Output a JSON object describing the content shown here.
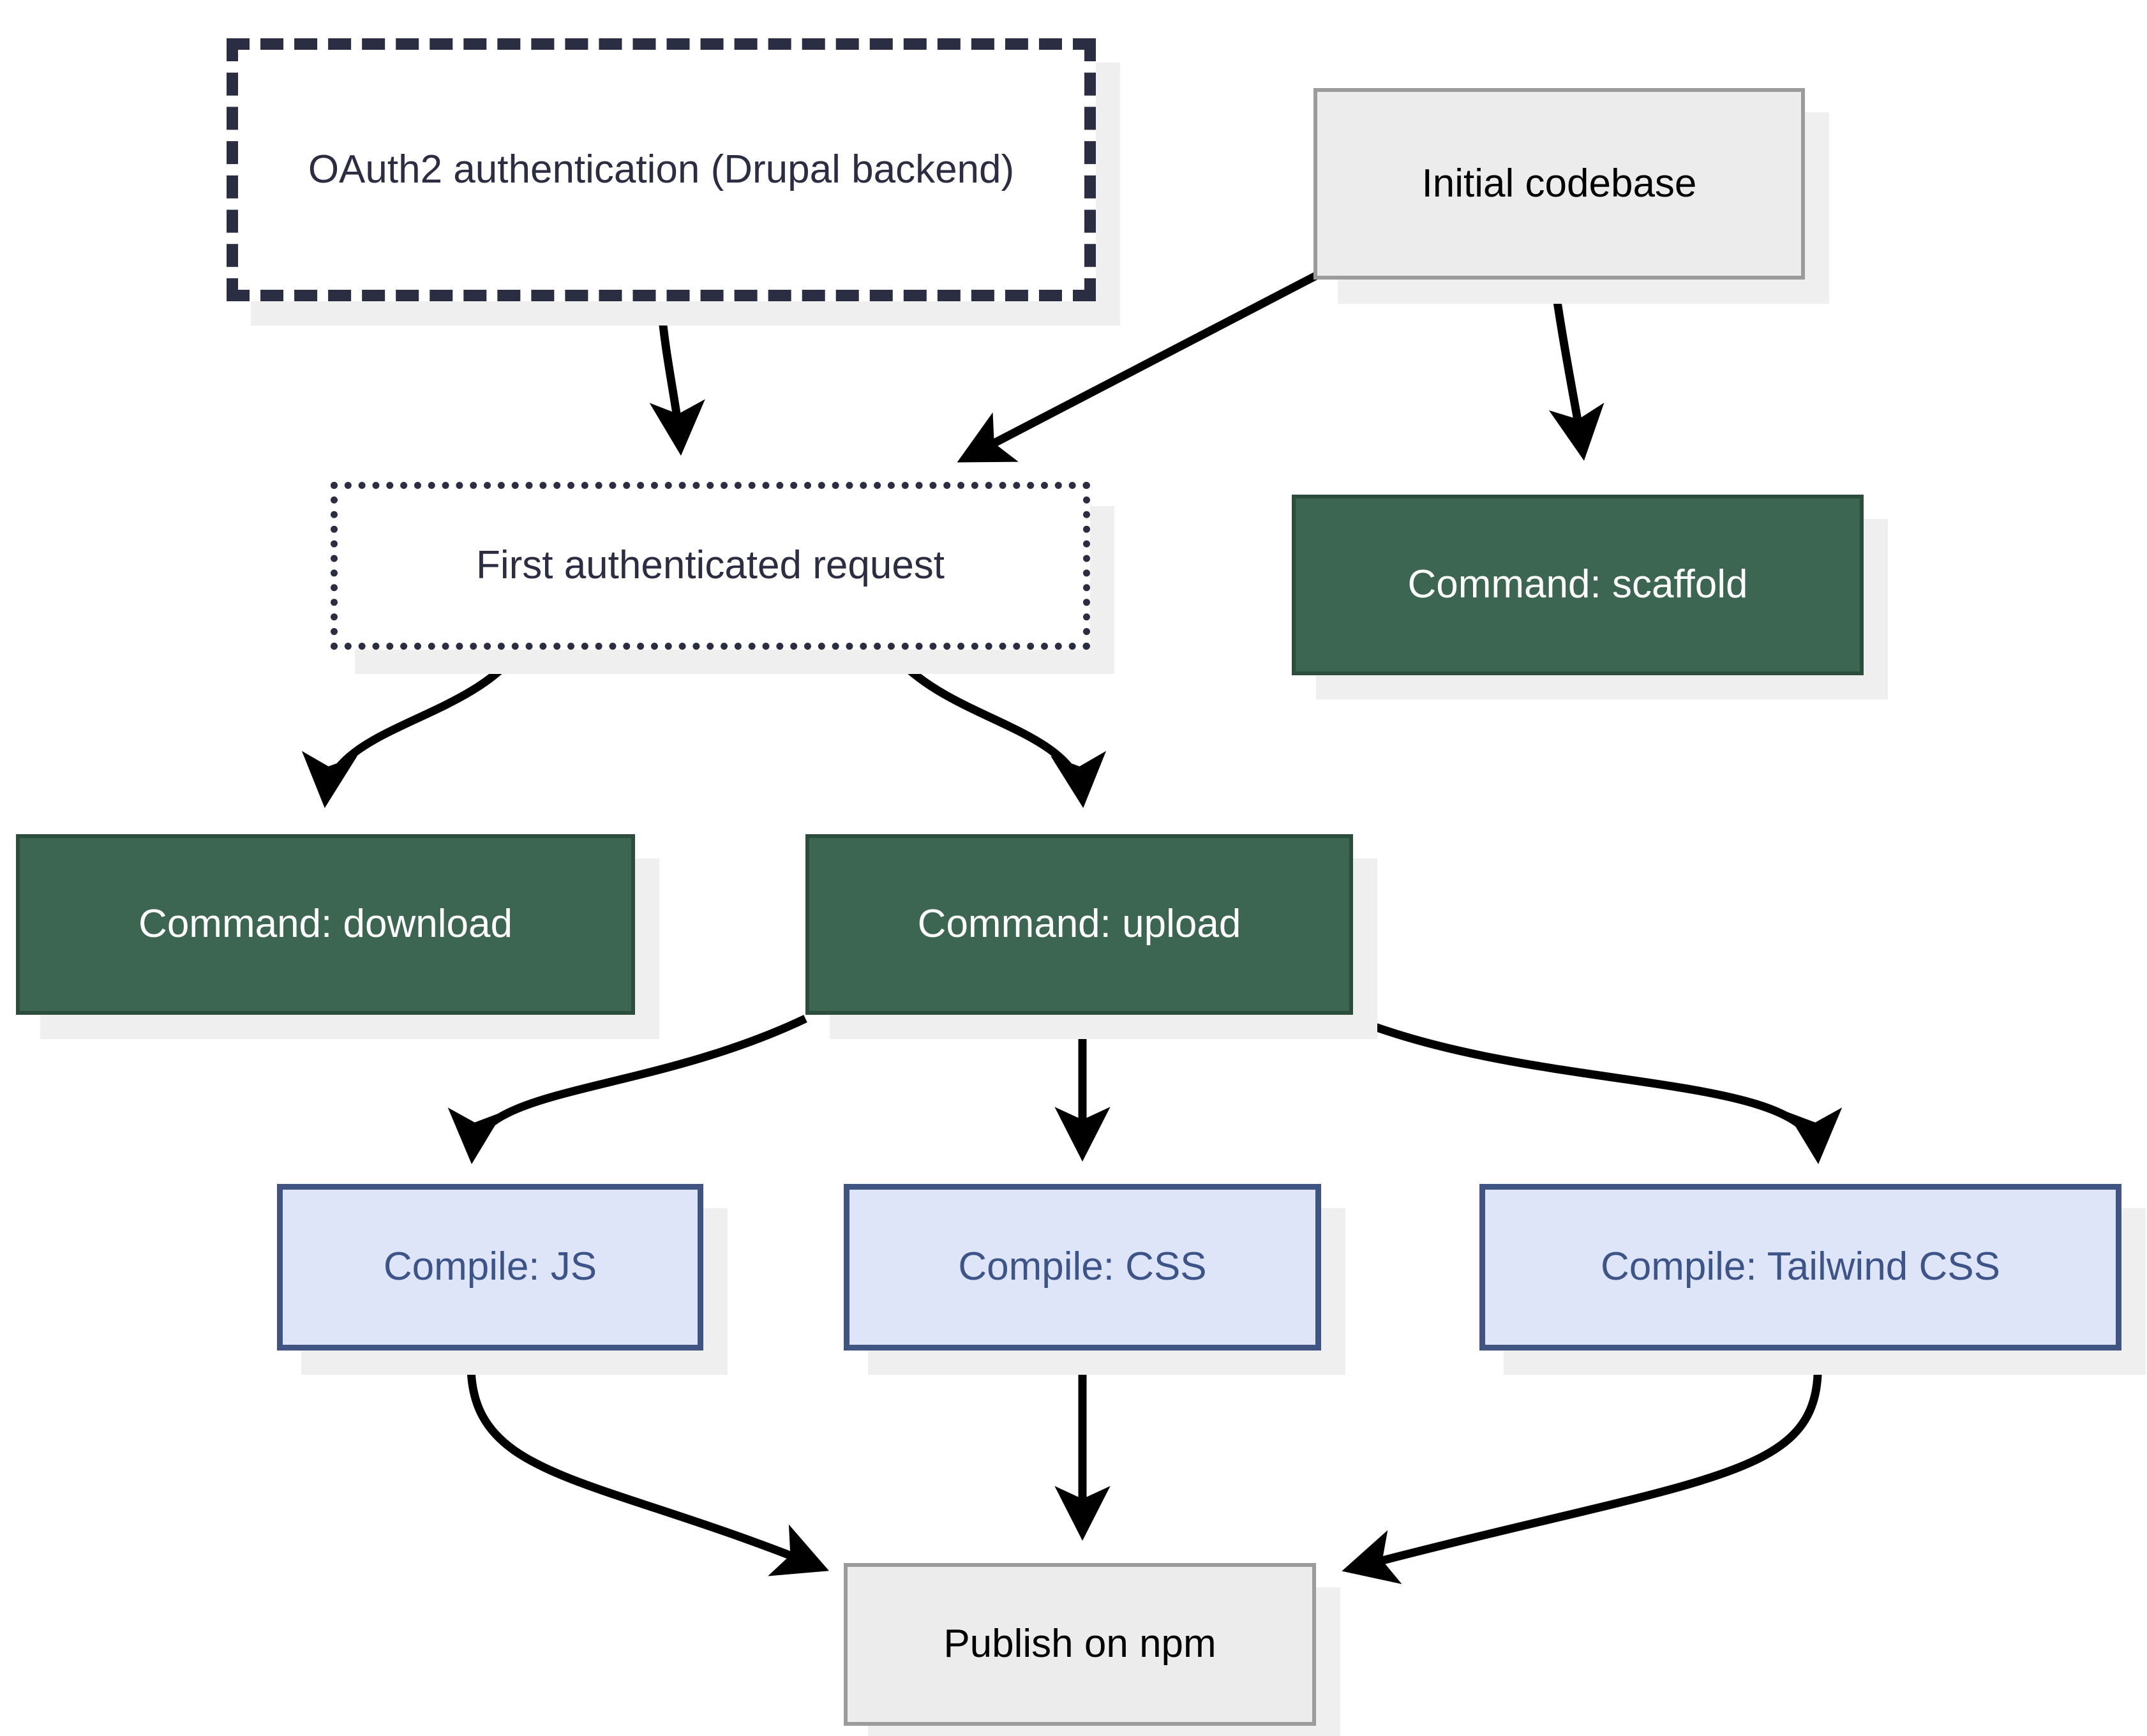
{
  "diagram": {
    "type": "flowchart",
    "title": "",
    "background": "#ffffff",
    "palette": {
      "grey_fill": "#ECECEC",
      "grey_border": "#9B9B9B",
      "green_fill": "#3C6652",
      "green_border": "#2C4C3C",
      "blue_fill": "#DEE5F8",
      "blue_border": "#3F5480",
      "blue_text": "#3D5488",
      "dark_text": "#2B2D42",
      "edge_color": "#000000",
      "shadow": "#EFEFEF"
    },
    "nodes": [
      {
        "id": "oauth",
        "label": "OAuth2 authentication (Drupal backend)",
        "style": "dashed-heavy"
      },
      {
        "id": "codebase",
        "label": "Initial codebase",
        "style": "grey"
      },
      {
        "id": "firstreq",
        "label": "First authenticated request",
        "style": "dotted"
      },
      {
        "id": "scaffold",
        "label": "Command: scaffold",
        "style": "green"
      },
      {
        "id": "download",
        "label": "Command: download",
        "style": "green"
      },
      {
        "id": "upload",
        "label": "Command: upload",
        "style": "green"
      },
      {
        "id": "js",
        "label": "Compile: JS",
        "style": "blue"
      },
      {
        "id": "css",
        "label": "Compile: CSS",
        "style": "blue"
      },
      {
        "id": "tailwind",
        "label": "Compile: Tailwind CSS",
        "style": "blue"
      },
      {
        "id": "publish",
        "label": "Publish on npm",
        "style": "grey"
      }
    ],
    "edges": [
      {
        "from": "oauth",
        "to": "firstreq"
      },
      {
        "from": "codebase",
        "to": "firstreq"
      },
      {
        "from": "codebase",
        "to": "scaffold"
      },
      {
        "from": "firstreq",
        "to": "download"
      },
      {
        "from": "firstreq",
        "to": "upload"
      },
      {
        "from": "upload",
        "to": "js"
      },
      {
        "from": "upload",
        "to": "css"
      },
      {
        "from": "upload",
        "to": "tailwind"
      },
      {
        "from": "js",
        "to": "publish"
      },
      {
        "from": "css",
        "to": "publish"
      },
      {
        "from": "tailwind",
        "to": "publish"
      }
    ]
  }
}
